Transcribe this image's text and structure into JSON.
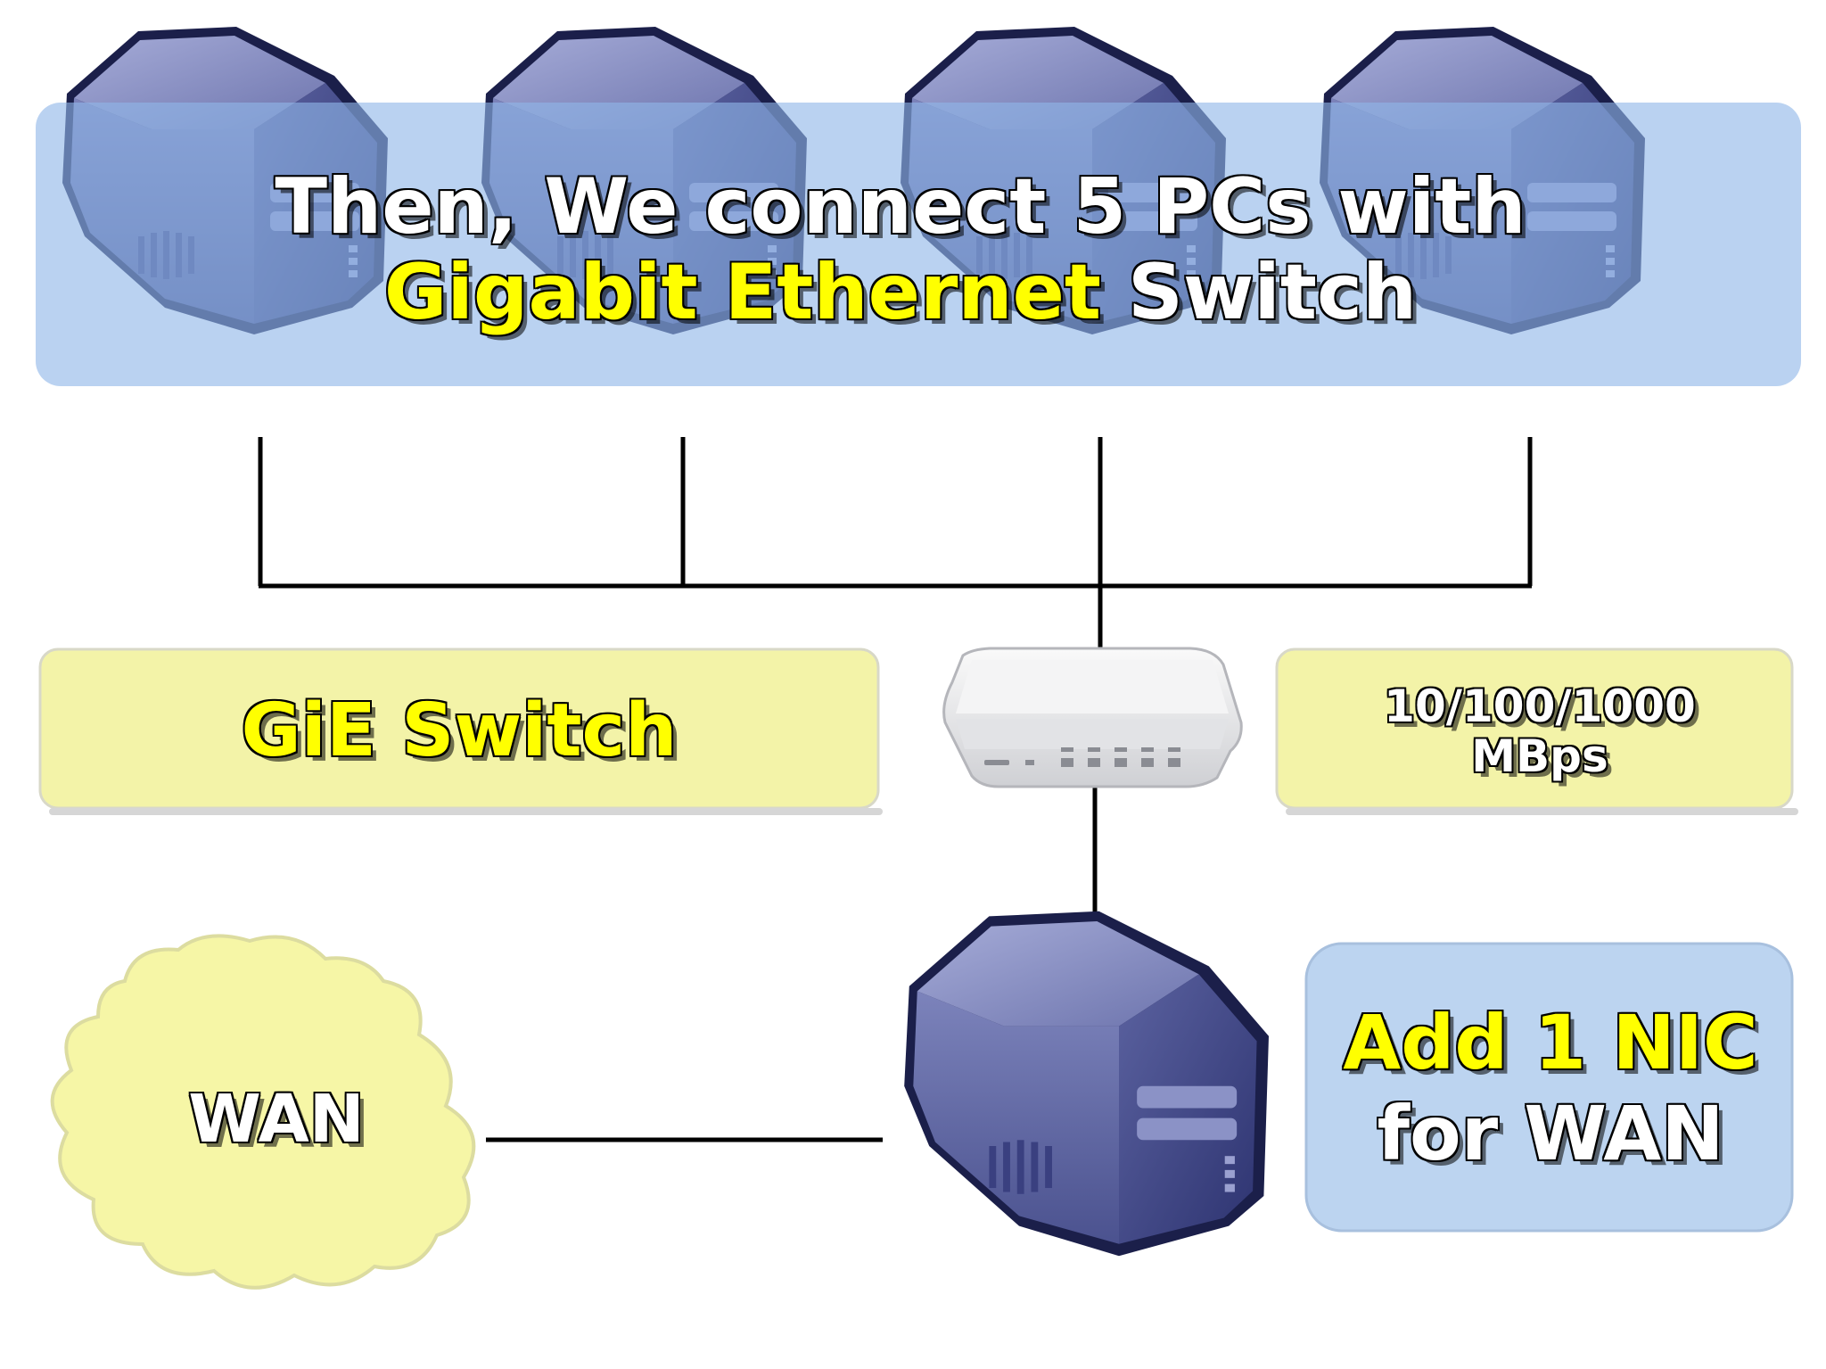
{
  "title": {
    "line1": "Then, We connect 5 PCs with",
    "line2_highlight": "Gigabit Ethernet",
    "line2_rest": " Switch"
  },
  "switch_box": {
    "label": "GiE Switch"
  },
  "speed_box": {
    "line1": "10/100/1000",
    "line2": "MBps"
  },
  "nic_box": {
    "line1": "Add 1 NIC",
    "line2": "for WAN"
  },
  "wan_cloud": {
    "label": "WAN"
  },
  "colors": {
    "highlight_text": "#ffff00",
    "plain_text": "#ffffff",
    "title_panel": "#8fb7e8",
    "yellow_panel": "#f3f3a8",
    "nic_panel": "#bcd4f0",
    "cloud": "#f6f6a6",
    "pc_body": "#6f77b0",
    "pc_dark": "#2e3470"
  },
  "icons": {
    "pc": "server-tower-icon",
    "switch": "network-switch-icon",
    "wan": "cloud-icon"
  }
}
